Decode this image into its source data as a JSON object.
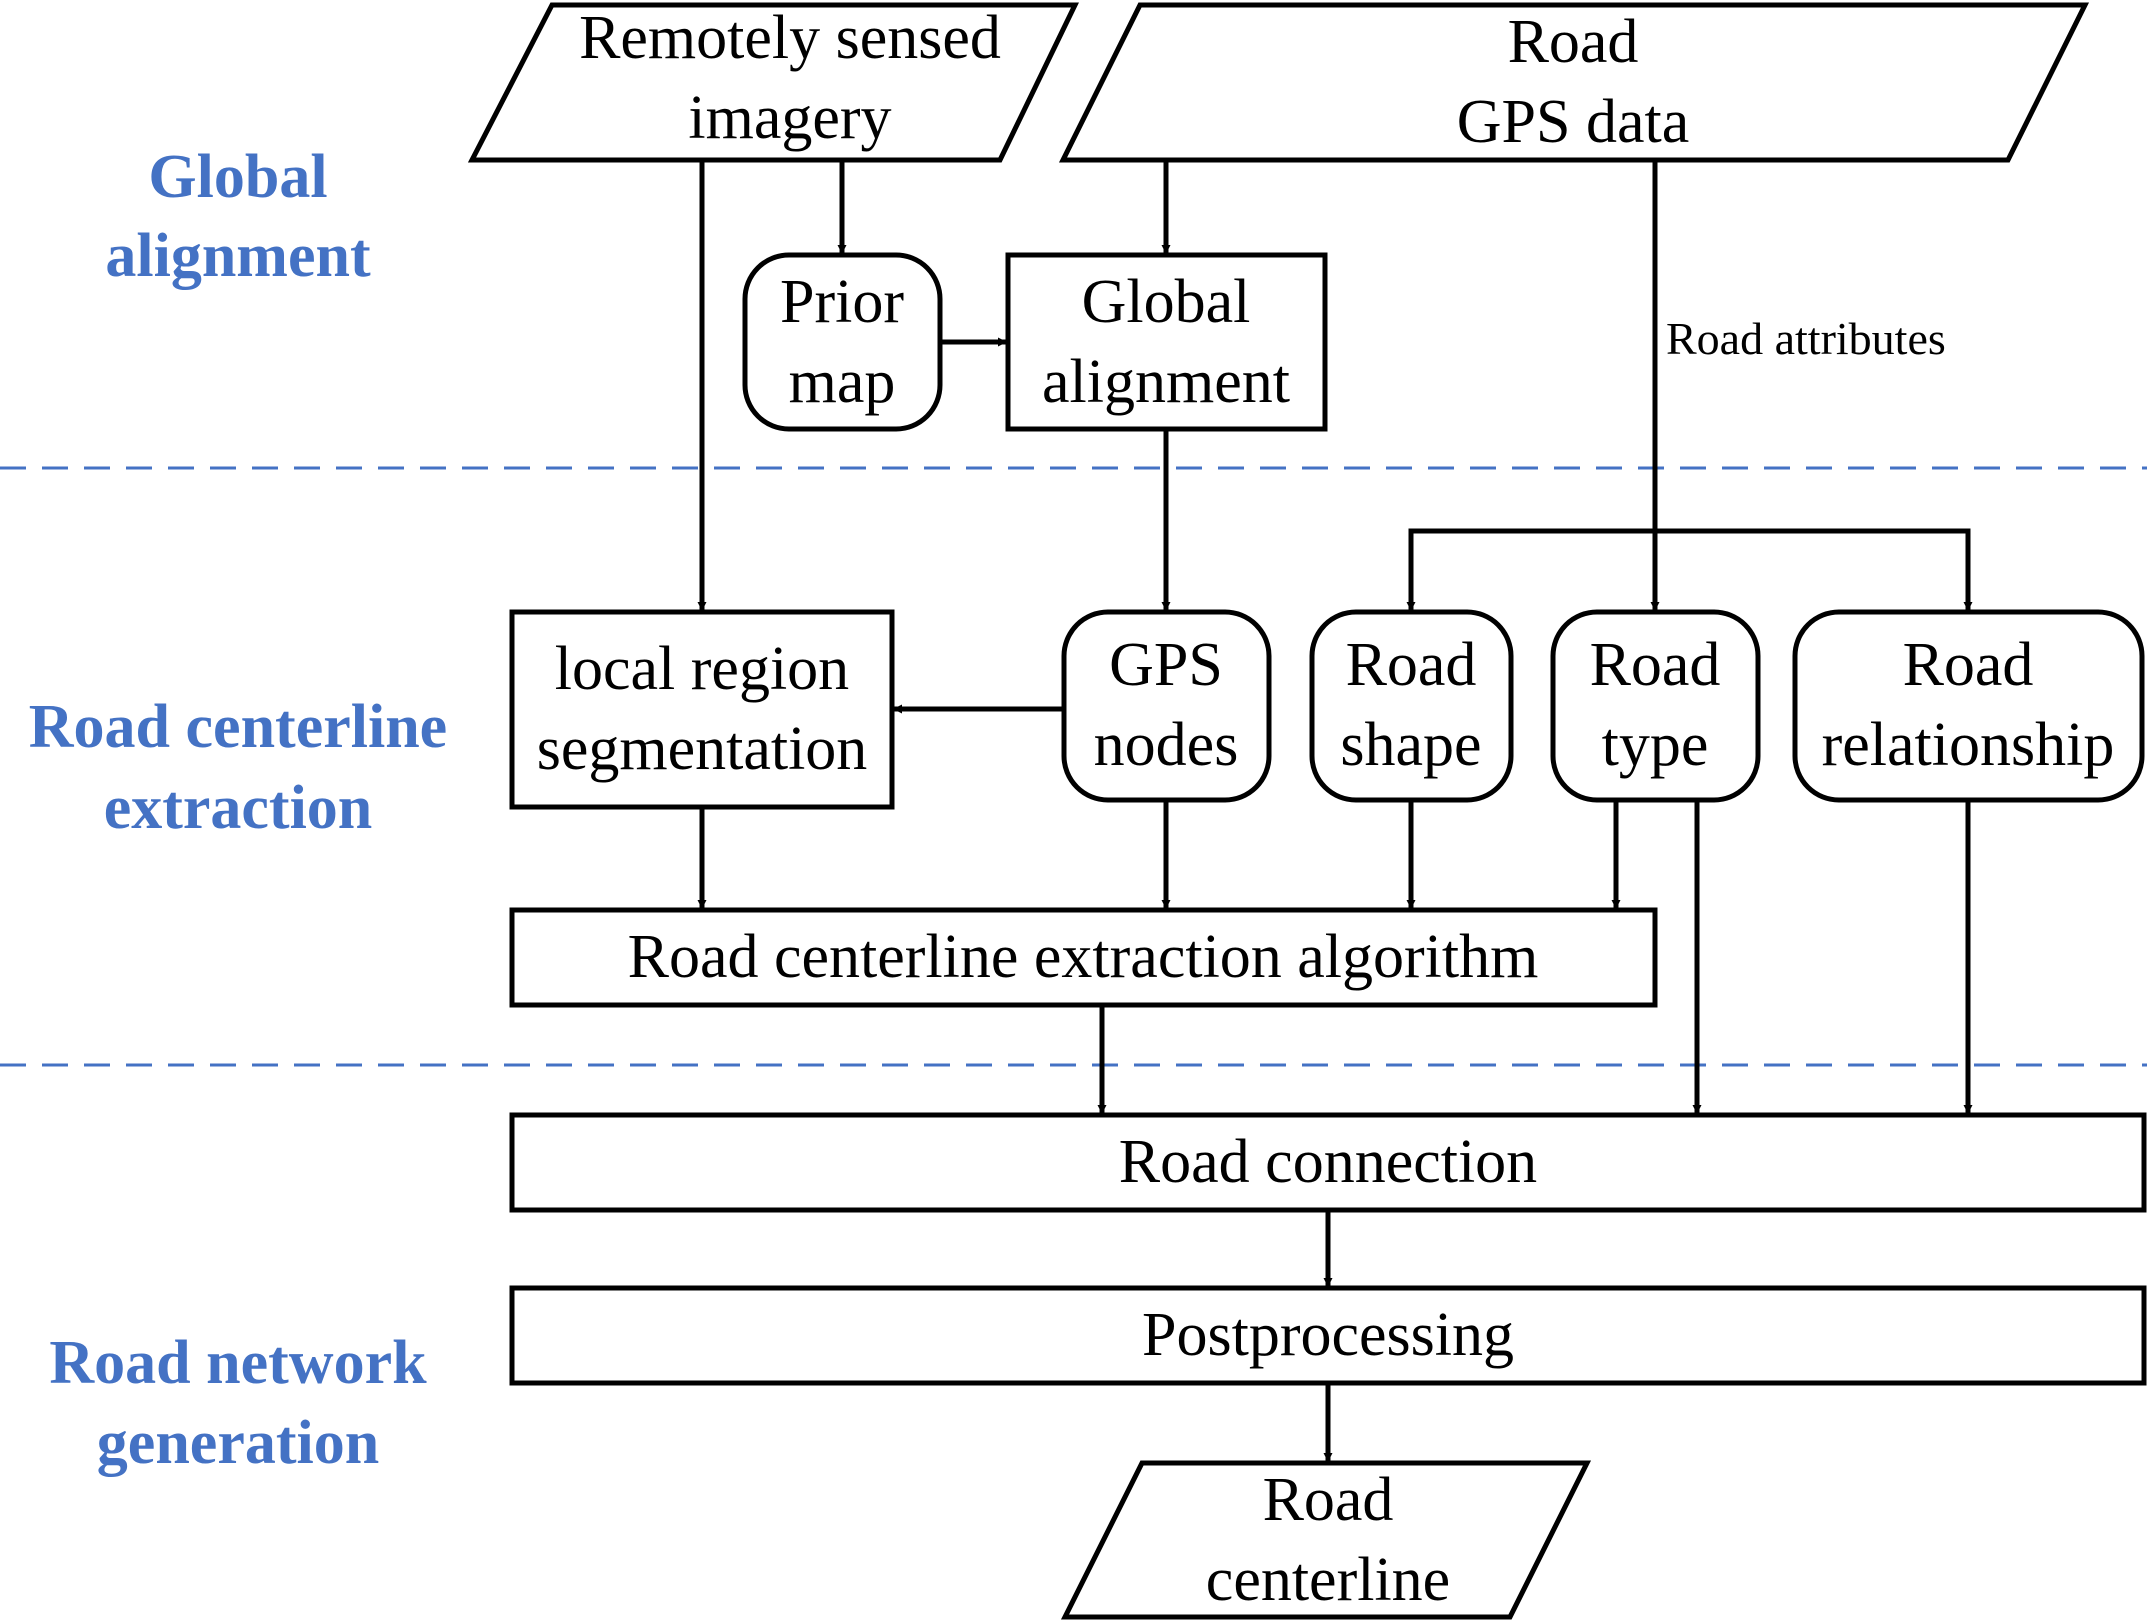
{
  "sections": {
    "global_alignment": [
      "Global",
      "alignment"
    ],
    "road_centerline_extraction": [
      "Road centerline",
      "extraction"
    ],
    "road_network_generation": [
      "Road network",
      "generation"
    ]
  },
  "nodes": {
    "remote_imagery": [
      "Remotely sensed",
      "imagery"
    ],
    "road_gps_data": [
      "Road",
      "GPS data"
    ],
    "prior_map": [
      "Prior",
      "map"
    ],
    "global_alignment": [
      "Global",
      "alignment"
    ],
    "local_region_segmentation": [
      "local region",
      "segmentation"
    ],
    "gps_nodes": [
      "GPS",
      "nodes"
    ],
    "road_shape": [
      "Road",
      "shape"
    ],
    "road_type": [
      "Road",
      "type"
    ],
    "road_relationship": [
      "Road",
      "relationship"
    ],
    "extraction_algorithm": "Road centerline extraction algorithm",
    "road_connection": "Road connection",
    "postprocessing": "Postprocessing",
    "road_centerline": [
      "Road",
      "centerline"
    ]
  },
  "edge_labels": {
    "road_attributes": "Road attributes"
  },
  "colors": {
    "section_label": "#4472C4",
    "separator": "#4472C4",
    "stroke": "#000000"
  }
}
